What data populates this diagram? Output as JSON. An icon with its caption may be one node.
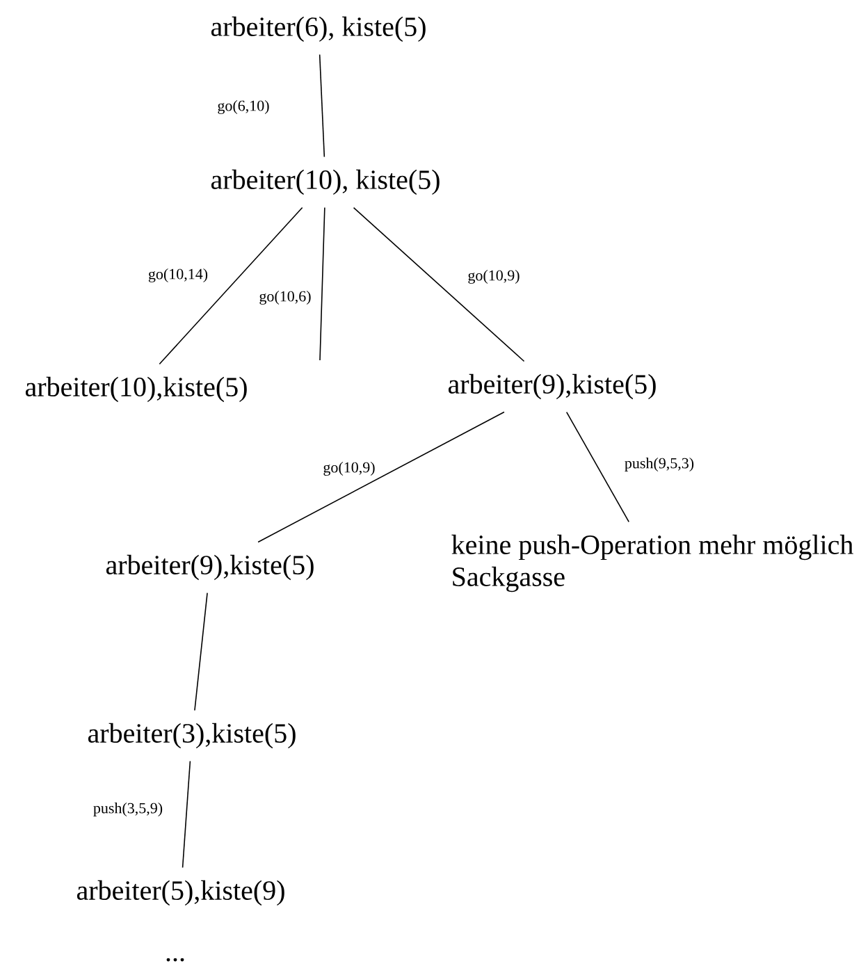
{
  "diagram": {
    "nodes": [
      {
        "text": [
          "arbeiter(6), kiste(5)"
        ]
      },
      {
        "text": [
          "arbeiter(10), kiste(5)"
        ]
      },
      {
        "text": [
          "arbeiter(10),kiste(5)"
        ]
      },
      {
        "text": [
          "arbeiter(9),kiste(5)"
        ]
      },
      {
        "text": [
          "arbeiter(9),kiste(5)"
        ]
      },
      {
        "text": [
          "keine push-Operation mehr möglich",
          "Sackgasse"
        ]
      },
      {
        "text": [
          "arbeiter(3),kiste(5)"
        ]
      },
      {
        "text": [
          "arbeiter(5),kiste(9)"
        ]
      }
    ],
    "edges": [
      {
        "from": 0,
        "to": 1,
        "arrow": "none",
        "label": "go(6,10)"
      },
      {
        "from": 1,
        "to": 2,
        "arrow": "none",
        "label": "go(10,14)"
      },
      {
        "from": 1,
        "to": null,
        "arrow": "none",
        "label": "go(10,6)"
      },
      {
        "from": 1,
        "to": 3,
        "arrow": "none",
        "label": "go(10,9)"
      },
      {
        "from": 3,
        "to": 4,
        "arrow": "none",
        "label": "go(10,9)"
      },
      {
        "from": 3,
        "to": 5,
        "arrow": "none",
        "label": "push(9,5,3)"
      },
      {
        "from": 4,
        "to": 6,
        "arrow": "none"
      },
      {
        "from": 6,
        "to": 7,
        "arrow": "none",
        "label": "push(3,5,9)"
      }
    ],
    "labels": [
      "..."
    ]
  }
}
